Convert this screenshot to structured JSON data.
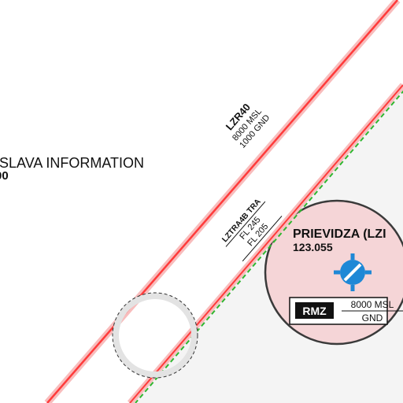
{
  "fir": {
    "name": "ISLAVA INFORMATION",
    "frequency_fragment": "00"
  },
  "lzr40": {
    "name": "LZR40",
    "upper": "8000 MSL",
    "lower": "1000 GND",
    "color": "#ff3b3b"
  },
  "lztra4b": {
    "name": "LZTRA4B TRA",
    "upper": "FL 245",
    "lower": "FL 205",
    "color": "#ff3b3b",
    "dash_color": "#2fb52f"
  },
  "prievidza": {
    "name": "PRIEVIDZA (LZI",
    "frequency": "123.055",
    "class": "RMZ",
    "upper": "8000 MSL",
    "lower": "GND",
    "fill": "#f5d5d7",
    "airport_icon_color": "#1e88d6"
  }
}
